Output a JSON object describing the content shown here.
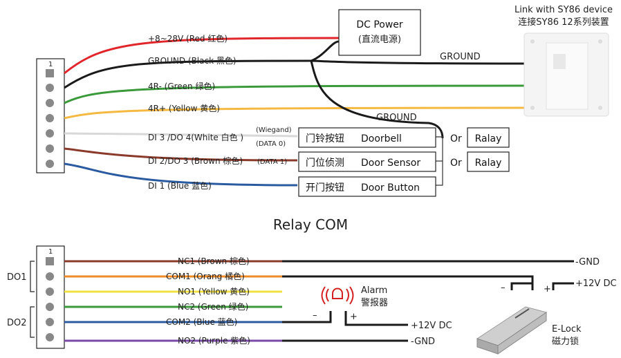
{
  "connector_pin_label": "1",
  "device": {
    "title_en": "Link with SY86 device",
    "title_cn": "连接SY86 12系列装置"
  },
  "power_box": {
    "line1": "DC Power",
    "line2": "(直流电源)"
  },
  "ground_labels": {
    "top": "GROUND",
    "mid": "GROUND"
  },
  "top_wires": [
    {
      "label": "+8~28V (Red 红色)",
      "color": "#e0262b"
    },
    {
      "label": "GROUND (Black 黑色)",
      "color": "#1a1a1a"
    },
    {
      "label": "4R- (Green 绿色)",
      "color": "#3a9a3a"
    },
    {
      "label": "4R+ (Yellow 黄色)",
      "color": "#f5b942"
    },
    {
      "label": "DI 3 /DO 4(White 白色 )",
      "color": "#d8d8d8"
    },
    {
      "label": "DI 2/DO 3 (Brown 棕色)",
      "color": "#8a3a2a"
    },
    {
      "label": "DI 1 (Blue 蓝色)",
      "color": "#2a5aa0"
    }
  ],
  "wiegand": {
    "label": "(Wiegand)",
    "data0": "(DATA 0)",
    "data1": "(DATA 1)"
  },
  "function_boxes": [
    {
      "cn": "门铃按钮",
      "en": "Doorbell"
    },
    {
      "cn": "门位侦测",
      "en": "Door Sensor"
    },
    {
      "cn": "开门按钮",
      "en": "Door Button"
    }
  ],
  "or_label": "Or",
  "relay_label": "Ralay",
  "relay_title": "Relay COM",
  "do_labels": {
    "do1": "DO1",
    "do2": "DO2"
  },
  "bottom_wires": [
    {
      "label": "NC1 (Brown 棕色)",
      "color": "#8a3a2a"
    },
    {
      "label": "COM1 (Orang 橘色)",
      "color": "#f08a24"
    },
    {
      "label": "NO1 (Yellow 黄色)",
      "color": "#f0e040"
    },
    {
      "label": "NC2 (Green 绿色)",
      "color": "#3a9a3a"
    },
    {
      "label": "COM2 (Blue  蓝色)",
      "color": "#2a5aa0"
    },
    {
      "label": "NO2 (Purple 紫色)",
      "color": "#7a4aa8"
    }
  ],
  "alarm": {
    "en": "Alarm",
    "cn": "警报器",
    "minus": "–",
    "plus": "+"
  },
  "power_labels": {
    "gnd1": "-GND",
    "v12_1": "+12V DC",
    "v12_2": "+12V DC",
    "gnd2": "-GND"
  },
  "elock": {
    "en": "E-Lock",
    "cn": "磁力锁",
    "minus": "–",
    "plus": "+"
  }
}
